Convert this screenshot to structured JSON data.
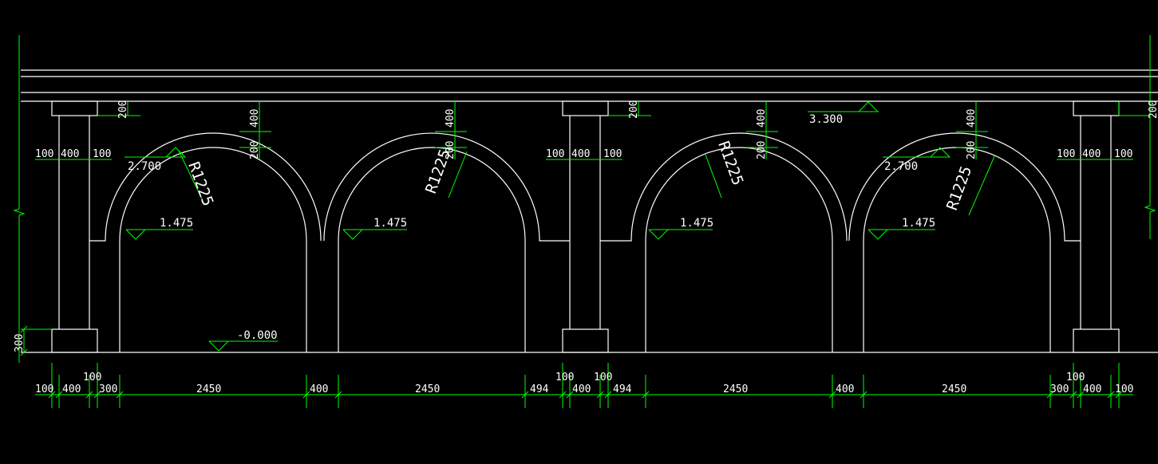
{
  "colors": {
    "background": "#000000",
    "geometry": "#ffffff",
    "dimension": "#00ff00"
  },
  "levels": {
    "top": "3.300",
    "ground": "-0.000",
    "springing": "1.475",
    "impost": "2.700"
  },
  "radius_label": "R1225",
  "vertical_dims": {
    "d200": "200",
    "d400": "400",
    "d300": "300"
  },
  "column_dims": {
    "side": "100",
    "mid": "400"
  },
  "bottom_dims": {
    "d100": "100",
    "d400": "400",
    "d300": "300",
    "d2450": "2450",
    "d494": "494"
  }
}
